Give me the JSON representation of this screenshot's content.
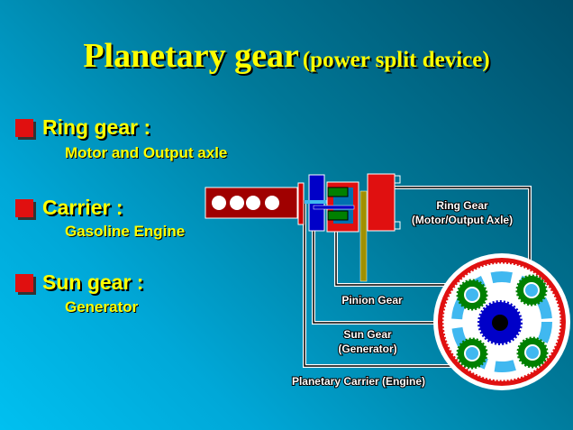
{
  "title": {
    "main": "Planetary gear",
    "sub": "(power split device)"
  },
  "bullets": [
    {
      "heading": "Ring gear :",
      "detail": "Motor and Output axle"
    },
    {
      "heading": "Carrier :",
      "detail": "Gasoline  Engine"
    },
    {
      "heading": "Sun gear :",
      "detail": "Generator"
    }
  ],
  "diagram": {
    "ring_gear": "Ring Gear",
    "ring_gear_sub": "(Motor/Output Axle)",
    "pinion_gear": "Pinion Gear",
    "sun_gear": "Sun Gear",
    "sun_gear_sub": "(Generator)",
    "carrier": "Planetary Carrier (Engine)"
  },
  "colors": {
    "title": "#ffff00",
    "bullet": "#e01010",
    "ring": "#e01010",
    "sun": "#0000c8",
    "pinion": "#008000",
    "carrier": "#40b8f0"
  }
}
